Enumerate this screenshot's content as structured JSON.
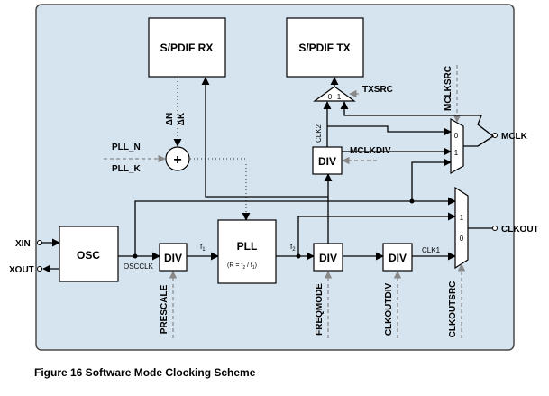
{
  "caption": "Figure 16 Software Mode Clocking Scheme",
  "blocks": {
    "spdif_rx": "S/PDIF RX",
    "spdif_tx": "S/PDIF TX",
    "osc": "OSC",
    "div": "DIV",
    "pll": "PLL",
    "pll_formula": "(R = f",
    "adder": "+"
  },
  "signals": {
    "xin": "XIN",
    "xout": "XOUT",
    "oscclk": "OSCCLK",
    "f1": "f",
    "f2": "f",
    "f1_sub": "1",
    "f2_sub": "2",
    "clk1": "CLK1",
    "clk2": "CLK2",
    "mclk": "MCLK",
    "clkout": "CLKOUT",
    "txsrc": "TXSRC",
    "mclkdiv": "MCLKDIV",
    "mclksrc": "MCLKSRC",
    "pll_n": "PLL_N",
    "pll_k": "PLL_K",
    "delta_n": "ΔN",
    "delta_k": "ΔK",
    "prescale": "PRESCALE",
    "freqmode": "FREQMODE",
    "clkoutdiv": "CLKOUTDIV",
    "clkoutsrc": "CLKOUTSRC",
    "mux_0": "0",
    "mux_1": "1"
  },
  "colors": {
    "panel": "#d6e4f0",
    "panel_border": "#4a4a4a"
  }
}
